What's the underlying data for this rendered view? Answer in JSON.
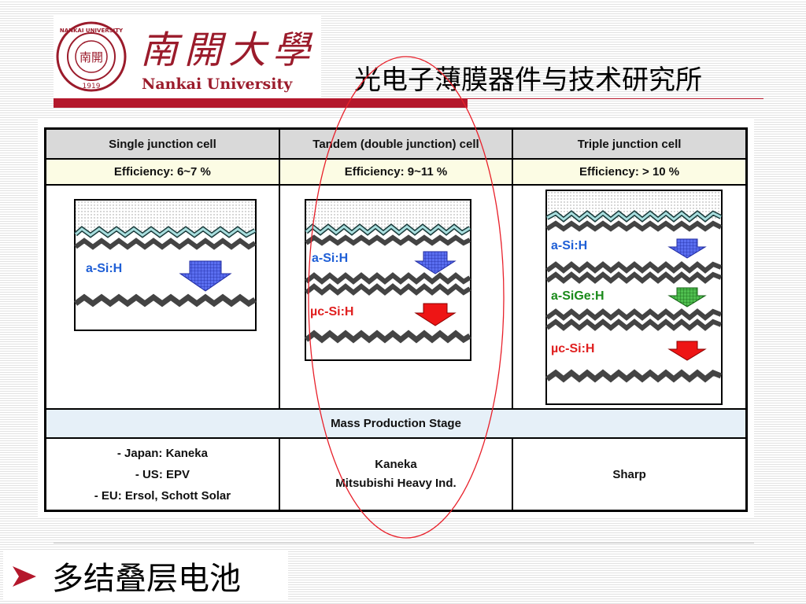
{
  "header": {
    "university_cn": "南開大學",
    "university_en": "Nankai University",
    "seal_text_top": "NANKAI UNIVERSITY",
    "seal_year": "1919",
    "seal_center": "南開",
    "institute_title": "光电子薄膜器件与技术研究所"
  },
  "table": {
    "headers": [
      "Single junction cell",
      "Tandem (double junction) cell",
      "Triple junction cell"
    ],
    "efficiencies": [
      "Efficiency: 6~7 %",
      "Efficiency: 9~11 %",
      "Efficiency: > 10 %"
    ],
    "diagram_labels": {
      "single": [
        "a-Si:H"
      ],
      "tandem": [
        "a-Si:H",
        "µc-Si:H"
      ],
      "triple": [
        "a-Si:H",
        "a-SiGe:H",
        "µc-Si:H"
      ]
    },
    "mass_production_label": "Mass Production Stage",
    "producers": {
      "single": [
        "- Japan: Kaneka",
        "- US: EPV",
        "- EU: Ersol, Schott Solar"
      ],
      "tandem": [
        "Kaneka",
        "Mitsubishi Heavy Ind."
      ],
      "triple": [
        "Sharp"
      ]
    }
  },
  "colors": {
    "brand_red": "#9b1b2b",
    "a_si_label": "#1f5fd6",
    "asige_label": "#1a8a1a",
    "uc_si_label": "#e02020"
  },
  "bullet": {
    "text": "多结叠层电池"
  }
}
